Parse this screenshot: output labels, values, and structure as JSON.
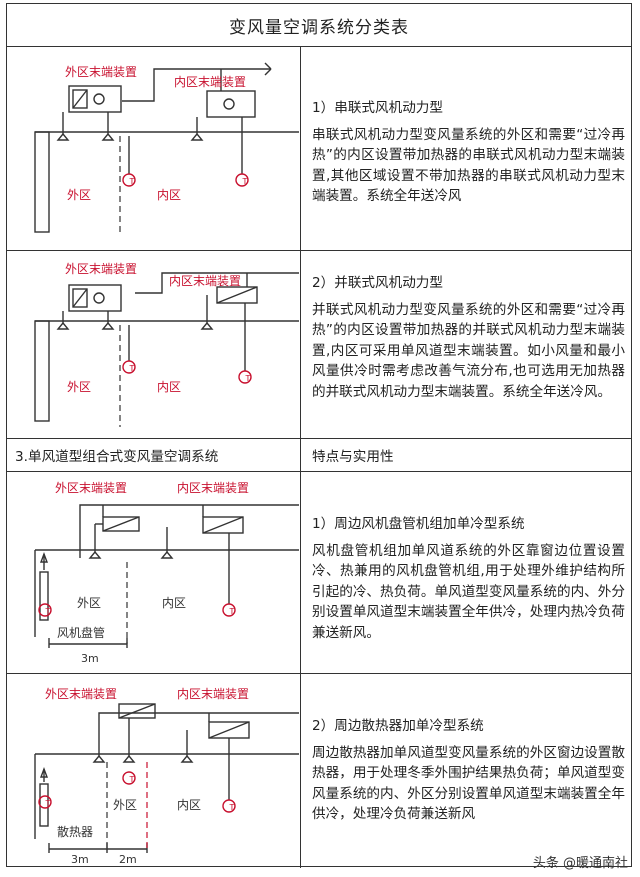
{
  "table": {
    "title": "变风量空调系统分类表",
    "rows": [
      {
        "diagram": {
          "outer_label": "外区末端装置",
          "inner_label": "内区末端装置",
          "zone_outer": "外区",
          "zone_inner": "内区",
          "sensor": "T"
        },
        "heading": "1）串联式风机动力型",
        "body": "串联式风机动力型变风量系统的外区和需要“过冷再热”的内区设置带加热器的串联式风机动力型末端装置,其他区域设置不带加热器的串联式风机动力型末端装置。系统全年送冷风"
      },
      {
        "diagram": {
          "outer_label": "外区末端装置",
          "inner_label": "内区末端装置",
          "zone_outer": "外区",
          "zone_inner": "内区",
          "sensor": "T"
        },
        "heading": "2）并联式风机动力型",
        "body": "并联式风机动力型变风量系统的外区和需要“过冷再热”的内区设置带加热器的并联式风机动力型末端装置,内区可采用单风道型末端装置。如小风量和最小风量供冷时需考虑改善气流分布,也可选用无加热器的并联式风机动力型末端装置。系统全年送冷风。"
      }
    ],
    "section_header": {
      "left": "3.单风道型组合式变风量空调系统",
      "right": "特点与实用性"
    },
    "rows2": [
      {
        "diagram": {
          "outer_label": "外区末端装置",
          "inner_label": "内区末端装置",
          "zone_outer": "外区",
          "zone_inner": "内区",
          "device": "风机盘管",
          "dim1": "3m",
          "sensor": "T"
        },
        "heading": "1）周边风机盘管机组加单冷型系统",
        "body": "风机盘管机组加单风道系统的外区靠窗边位置设置冷、热兼用的风机盘管机组,用于处理外维护结构所引起的冷、热负荷。单风道型变风量系统的内、外分别设置单风道型末端装置全年供冷，处理内热冷负荷兼送新风。"
      },
      {
        "diagram": {
          "outer_label": "外区末端装置",
          "inner_label": "内区末端装置",
          "zone_outer": "外区",
          "zone_inner": "内区",
          "device": "散热器",
          "dim1": "3m",
          "dim2": "2m",
          "sensor": "T"
        },
        "heading": "2）周边散热器加单冷型系统",
        "body": "周边散热器加单风道型变风量系统的外区窗边设置散热器，用于处理冬季外围护结果热负荷；单风道型变风量系统的内、外区分别设置单风道型末端装置全年供冷，处理冷负荷兼送新风"
      }
    ],
    "watermark": "头条 @暖通南社"
  },
  "colors": {
    "line": "#333333",
    "diagram_red": "#c8102e",
    "border": "#333333"
  }
}
